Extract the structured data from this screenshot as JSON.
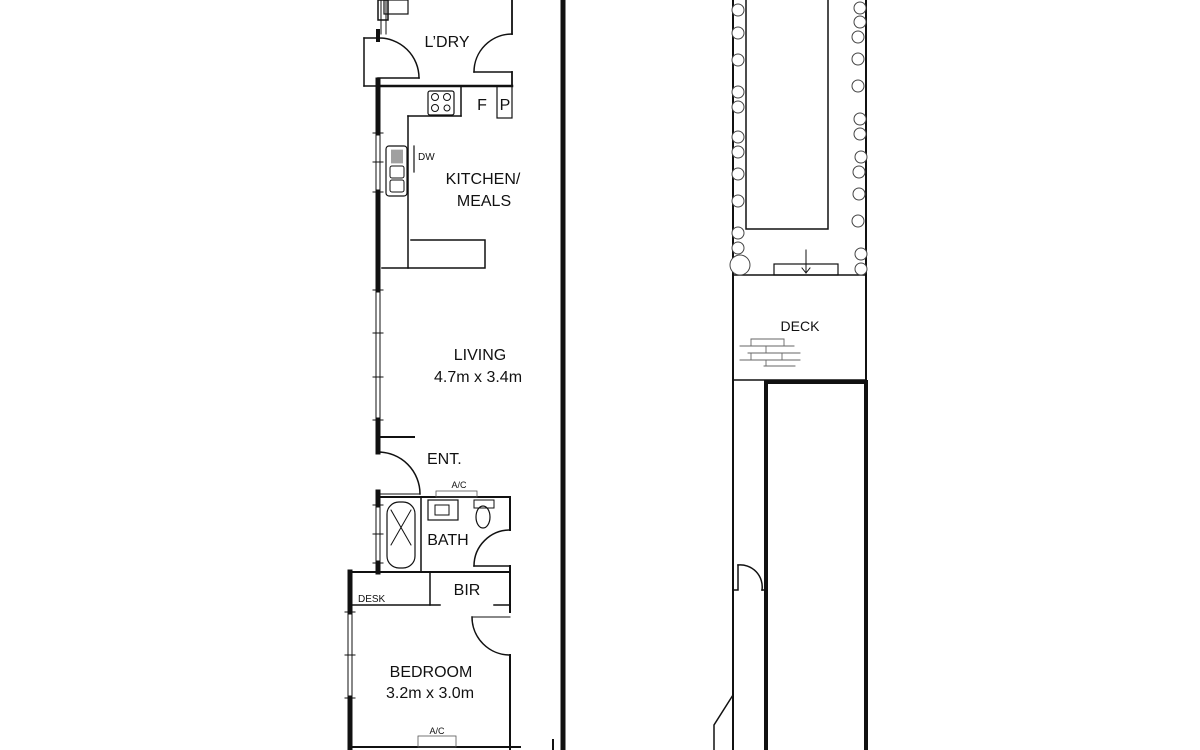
{
  "floorplan": {
    "rooms": [
      {
        "id": "laundry",
        "label": "L’DRY"
      },
      {
        "id": "kitchen",
        "label_line1": "KITCHEN/",
        "label_line2": "MEALS"
      },
      {
        "id": "living",
        "label": "LIVING",
        "dims": "4.7m x 3.4m"
      },
      {
        "id": "entry",
        "label": "ENT."
      },
      {
        "id": "bath",
        "label": "BATH"
      },
      {
        "id": "bir",
        "label": "BIR"
      },
      {
        "id": "desk",
        "label": "DESK"
      },
      {
        "id": "bedroom",
        "label": "BEDROOM",
        "dims": "3.2m x 3.0m"
      },
      {
        "id": "deck",
        "label": "DECK"
      }
    ],
    "fixtures": {
      "fridge": "F",
      "pantry": "P",
      "dishwasher": "DW",
      "ac_bath": "A/C",
      "ac_bedroom": "A/C"
    }
  }
}
